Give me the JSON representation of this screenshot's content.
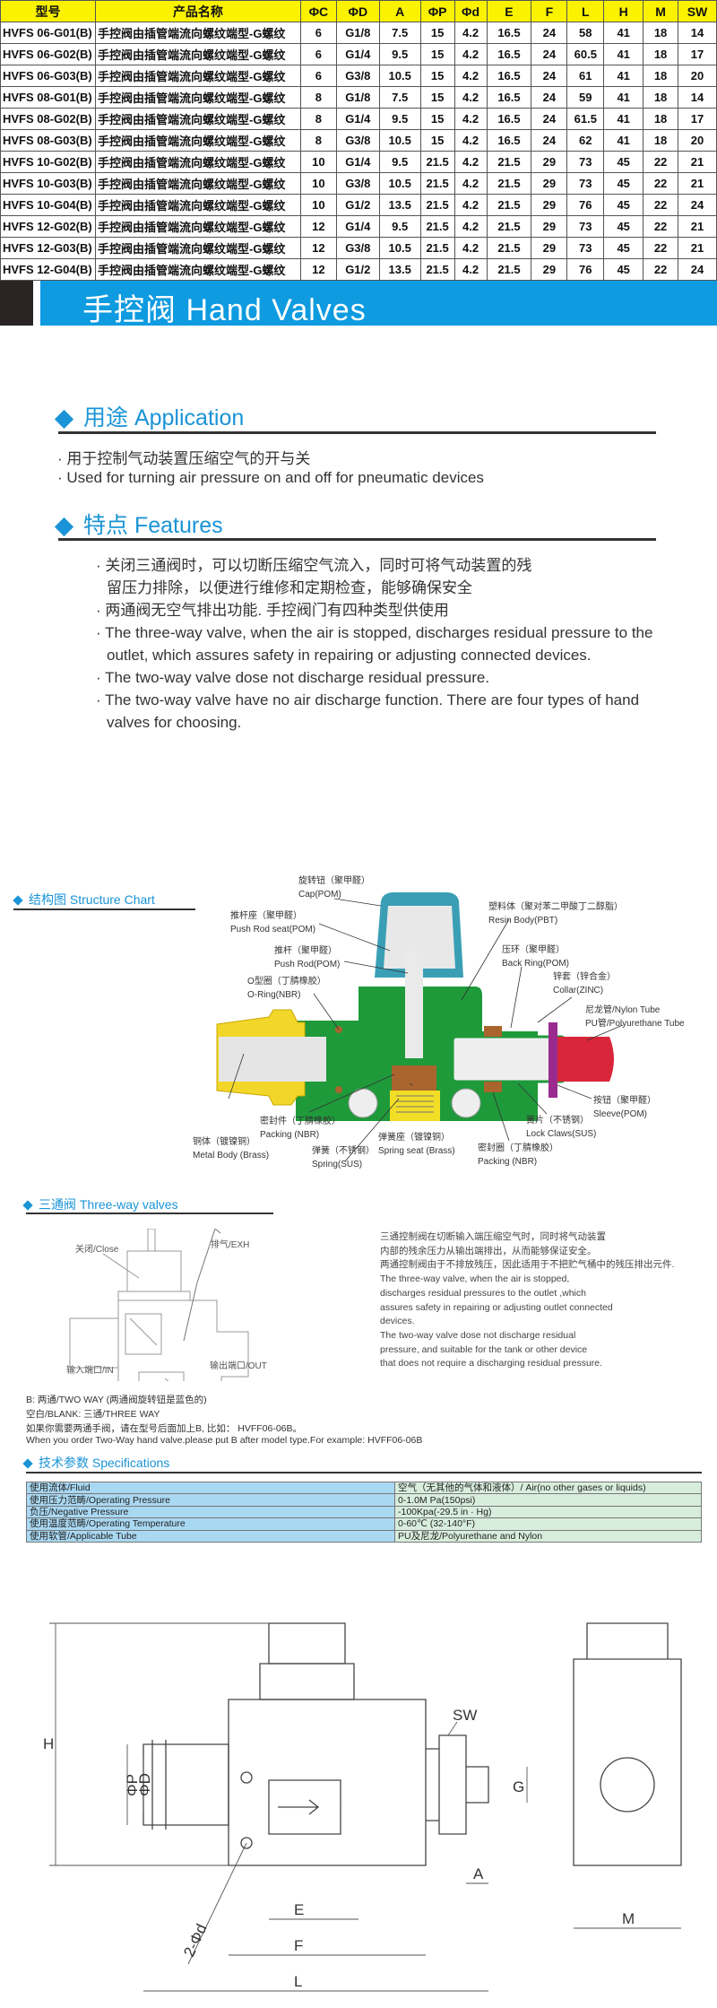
{
  "spec_table": {
    "headers": [
      "型号",
      "产品名称",
      "ΦC",
      "ΦD",
      "A",
      "ΦP",
      "Φd",
      "E",
      "F",
      "L",
      "H",
      "M",
      "SW"
    ],
    "rows": [
      [
        "HVFS 06-G01(B)",
        "手控阀由插管端流向螺纹端型-G螺纹",
        "6",
        "G1/8",
        "7.5",
        "15",
        "4.2",
        "16.5",
        "24",
        "58",
        "41",
        "18",
        "14"
      ],
      [
        "HVFS 06-G02(B)",
        "手控阀由插管端流向螺纹端型-G螺纹",
        "6",
        "G1/4",
        "9.5",
        "15",
        "4.2",
        "16.5",
        "24",
        "60.5",
        "41",
        "18",
        "17"
      ],
      [
        "HVFS 06-G03(B)",
        "手控阀由插管端流向螺纹端型-G螺纹",
        "6",
        "G3/8",
        "10.5",
        "15",
        "4.2",
        "16.5",
        "24",
        "61",
        "41",
        "18",
        "20"
      ],
      [
        "HVFS 08-G01(B)",
        "手控阀由插管端流向螺纹端型-G螺纹",
        "8",
        "G1/8",
        "7.5",
        "15",
        "4.2",
        "16.5",
        "24",
        "59",
        "41",
        "18",
        "14"
      ],
      [
        "HVFS 08-G02(B)",
        "手控阀由插管端流向螺纹端型-G螺纹",
        "8",
        "G1/4",
        "9.5",
        "15",
        "4.2",
        "16.5",
        "24",
        "61.5",
        "41",
        "18",
        "17"
      ],
      [
        "HVFS 08-G03(B)",
        "手控阀由插管端流向螺纹端型-G螺纹",
        "8",
        "G3/8",
        "10.5",
        "15",
        "4.2",
        "16.5",
        "24",
        "62",
        "41",
        "18",
        "20"
      ],
      [
        "HVFS 10-G02(B)",
        "手控阀由插管端流向螺纹端型-G螺纹",
        "10",
        "G1/4",
        "9.5",
        "21.5",
        "4.2",
        "21.5",
        "29",
        "73",
        "45",
        "22",
        "21"
      ],
      [
        "HVFS 10-G03(B)",
        "手控阀由插管端流向螺纹端型-G螺纹",
        "10",
        "G3/8",
        "10.5",
        "21.5",
        "4.2",
        "21.5",
        "29",
        "73",
        "45",
        "22",
        "21"
      ],
      [
        "HVFS 10-G04(B)",
        "手控阀由插管端流向螺纹端型-G螺纹",
        "10",
        "G1/2",
        "13.5",
        "21.5",
        "4.2",
        "21.5",
        "29",
        "76",
        "45",
        "22",
        "24"
      ],
      [
        "HVFS 12-G02(B)",
        "手控阀由插管端流向螺纹端型-G螺纹",
        "12",
        "G1/4",
        "9.5",
        "21.5",
        "4.2",
        "21.5",
        "29",
        "73",
        "45",
        "22",
        "21"
      ],
      [
        "HVFS 12-G03(B)",
        "手控阀由插管端流向螺纹端型-G螺纹",
        "12",
        "G3/8",
        "10.5",
        "21.5",
        "4.2",
        "21.5",
        "29",
        "73",
        "45",
        "22",
        "21"
      ],
      [
        "HVFS 12-G04(B)",
        "手控阀由插管端流向螺纹端型-G螺纹",
        "12",
        "G1/2",
        "13.5",
        "21.5",
        "4.2",
        "21.5",
        "29",
        "76",
        "45",
        "22",
        "24"
      ]
    ]
  },
  "banner": {
    "title": "手控阀 Hand Valves"
  },
  "application": {
    "heading": "用途  Application",
    "items": [
      "· 用于控制气动装置压缩空气的开与关",
      "· Used for turning air pressure on and off for pneumatic devices"
    ]
  },
  "features": {
    "heading": "特点  Features",
    "items": [
      "· 关闭三通阀时，可以切断压缩空气流入，同时可将气动装置的残留压力排除，以便进行维修和定期检查，能够确保安全",
      "· 两通阀无空气排出功能. 手控阀门有四种类型供使用",
      "· The three-way valve, when the air is stopped, discharges residual pressure to the outlet, which assures safety in repairing or adjusting connected devices.",
      "· The two-way valve dose not discharge residual pressure.",
      "· The two-way valve have no air discharge function. There are four types of hand valves for choosing."
    ]
  },
  "structure": {
    "heading": "结构图  Structure Chart",
    "labels": [
      {
        "zh": "旋转钮（聚甲醛）",
        "en": "Cap(POM)"
      },
      {
        "zh": "推杆座（聚甲醛）",
        "en": "Push Rod seat(POM)"
      },
      {
        "zh": "推杆（聚甲醛）",
        "en": "Push Rod(POM)"
      },
      {
        "zh": "O型圈（丁腈橡胶）",
        "en": "O-Ring(NBR)"
      },
      {
        "zh": "密封件（丁腈橡胶）",
        "en": "Packing (NBR)"
      },
      {
        "zh": "铜体（镀镍铜）",
        "en": "Metal Body (Brass)"
      },
      {
        "zh": "弹簧（不锈钢）",
        "en": "Spring(SUS)"
      },
      {
        "zh": "弹簧座（镀镍铜）",
        "en": "Spring seat (Brass)"
      },
      {
        "zh": "密封圈（丁腈橡胶）",
        "en": "Packing (NBR)"
      },
      {
        "zh": "簧片（不锈钢）",
        "en": "Lock Claws(SUS)"
      },
      {
        "zh": "按钮（聚甲醛）",
        "en": "Sleeve(POM)"
      },
      {
        "zh": "塑料体（聚对苯二甲酸丁二醇脂）",
        "en": "Resin Body(PBT)"
      },
      {
        "zh": "压环（聚甲醛）",
        "en": "Back Ring(POM)"
      },
      {
        "zh": "锌套（锌合金）",
        "en": "Collar(ZINC)"
      },
      {
        "zh": "尼龙管/Nylon Tube",
        "en": "PU管/Polyurethane Tube"
      }
    ]
  },
  "three_way": {
    "heading": "三通阀 Three-way valves",
    "diagram_labels": {
      "close": "关闭/Close",
      "exh": "排气/EXH",
      "in": "输入端口/IN",
      "out": "输出端口/OUT"
    },
    "description": [
      "三通控制阀在切断输入端压缩空气时，同时将气动装置",
      "内部的残余压力从输出端排出，从而能够保证安全。",
      "两通控制阀由于不排放残压，因此适用于不把贮气桶中的残压排出元件.",
      "The three-way valve, when the air is stopped,",
      "discharges residual  pressures  to the outlet ,which",
      "assures safety in repairing or adjusting outlet connected",
      "devices.",
      "The two-way valve dose not discharge residual",
      " pressure, and suitable for the tank or other device",
      " that does not require a discharging residual pressure."
    ],
    "notes": [
      "B: 两通/TWO WAY (两通阀旋转钮是蓝色的)",
      "空白/BLANK: 三通/THREE WAY",
      "如果你需要两通手阀，请在型号后面加上B, 比如： HVFF06-06B。",
      "When you order Two-Way hand valve.please put B after model type.For example: HVFF06-06B"
    ]
  },
  "specifications": {
    "heading": "技术参数  Specifications",
    "rows": [
      [
        "使用流体/Fluid",
        "空气（无其他的气体和液体）/ Air(no other gases or liquids)"
      ],
      [
        "使用压力范畴/Operating Pressure",
        "0-1.0M Pa(150psi)"
      ],
      [
        "负压/Negative Pressure",
        "-100Kpa(-29.5 in · Hg)"
      ],
      [
        "使用温度范畴/Operating Temperature",
        "0-60℃ (32-140°F)"
      ],
      [
        "使用软管/Applicable Tube",
        "PU及尼龙/Polyurethane and Nylon"
      ]
    ]
  },
  "drawing": {
    "labels": {
      "H": "H",
      "P": "ΦP",
      "D": "ΦD",
      "d": "2-Φd",
      "E": "E",
      "F": "F",
      "L": "L",
      "SW": "SW",
      "G": "G",
      "A": "A",
      "M": "M"
    }
  },
  "colors": {
    "header_yellow": "#fbf200",
    "banner_blue": "#0e9be0",
    "accent": "#1a94d6"
  }
}
